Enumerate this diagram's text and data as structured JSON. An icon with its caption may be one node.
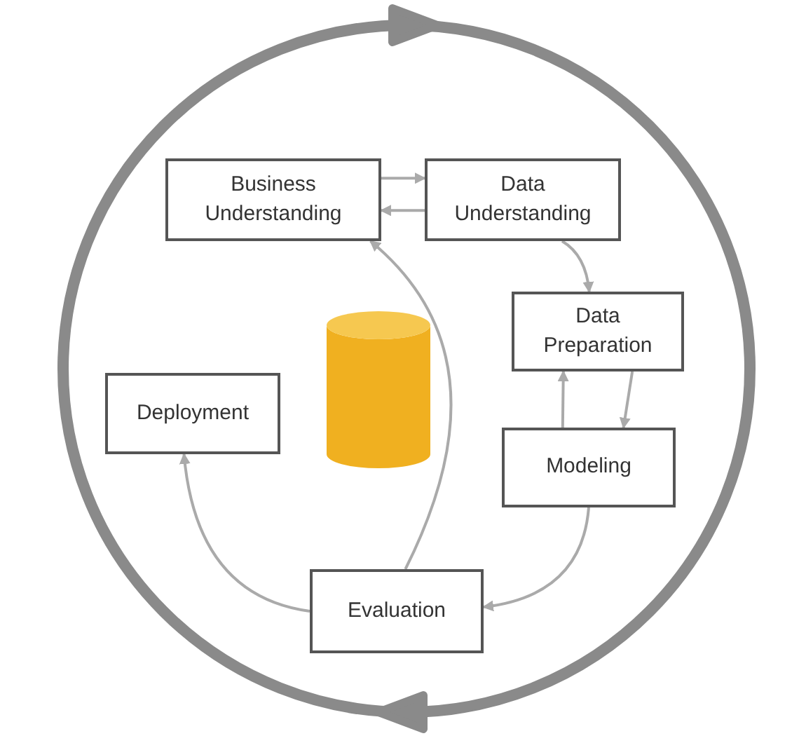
{
  "diagram": {
    "nodes": [
      {
        "text": [
          "Business Understanding"
        ]
      },
      {
        "text": [
          "Data Understanding"
        ]
      },
      {
        "text": [
          "Data Preparation"
        ]
      },
      {
        "text": [
          "Modeling"
        ]
      },
      {
        "text": [
          "Evaluation"
        ]
      },
      {
        "text": [
          "Deployment"
        ]
      },
      {
        "text": [],
        "shape": "cylinder"
      }
    ],
    "edges": [
      {
        "from": 0,
        "to": 1,
        "arrow": "to"
      },
      {
        "from": 1,
        "to": 0,
        "arrow": "to"
      },
      {
        "from": 1,
        "to": 2,
        "arrow": "to"
      },
      {
        "from": 2,
        "to": 3,
        "arrow": "to"
      },
      {
        "from": 3,
        "to": 2,
        "arrow": "to"
      },
      {
        "from": 3,
        "to": 4,
        "arrow": "to"
      },
      {
        "from": 4,
        "to": 0,
        "arrow": "to"
      },
      {
        "from": 4,
        "to": 5,
        "arrow": "to"
      }
    ]
  }
}
